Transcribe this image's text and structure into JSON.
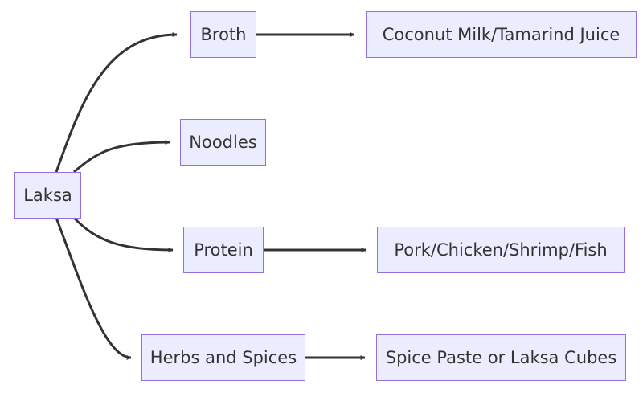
{
  "diagram": {
    "nodes": {
      "laksa": "Laksa",
      "broth": "Broth",
      "coconut": "Coconut Milk/Tamarind Juice",
      "noodles": "Noodles",
      "protein": "Protein",
      "pork": "Pork/Chicken/Shrimp/Fish",
      "herbs": "Herbs and Spices",
      "paste": "Spice Paste or Laksa Cubes"
    },
    "edges": [
      {
        "from": "Laksa",
        "to": "Broth"
      },
      {
        "from": "Laksa",
        "to": "Noodles"
      },
      {
        "from": "Laksa",
        "to": "Protein"
      },
      {
        "from": "Laksa",
        "to": "Herbs and Spices"
      },
      {
        "from": "Broth",
        "to": "Coconut Milk/Tamarind Juice"
      },
      {
        "from": "Protein",
        "to": "Pork/Chicken/Shrimp/Fish"
      },
      {
        "from": "Herbs and Spices",
        "to": "Spice Paste or Laksa Cubes"
      }
    ],
    "colors": {
      "node_fill": "#ececff",
      "node_border": "#9370db",
      "edge": "#333333",
      "text": "#333333"
    }
  }
}
